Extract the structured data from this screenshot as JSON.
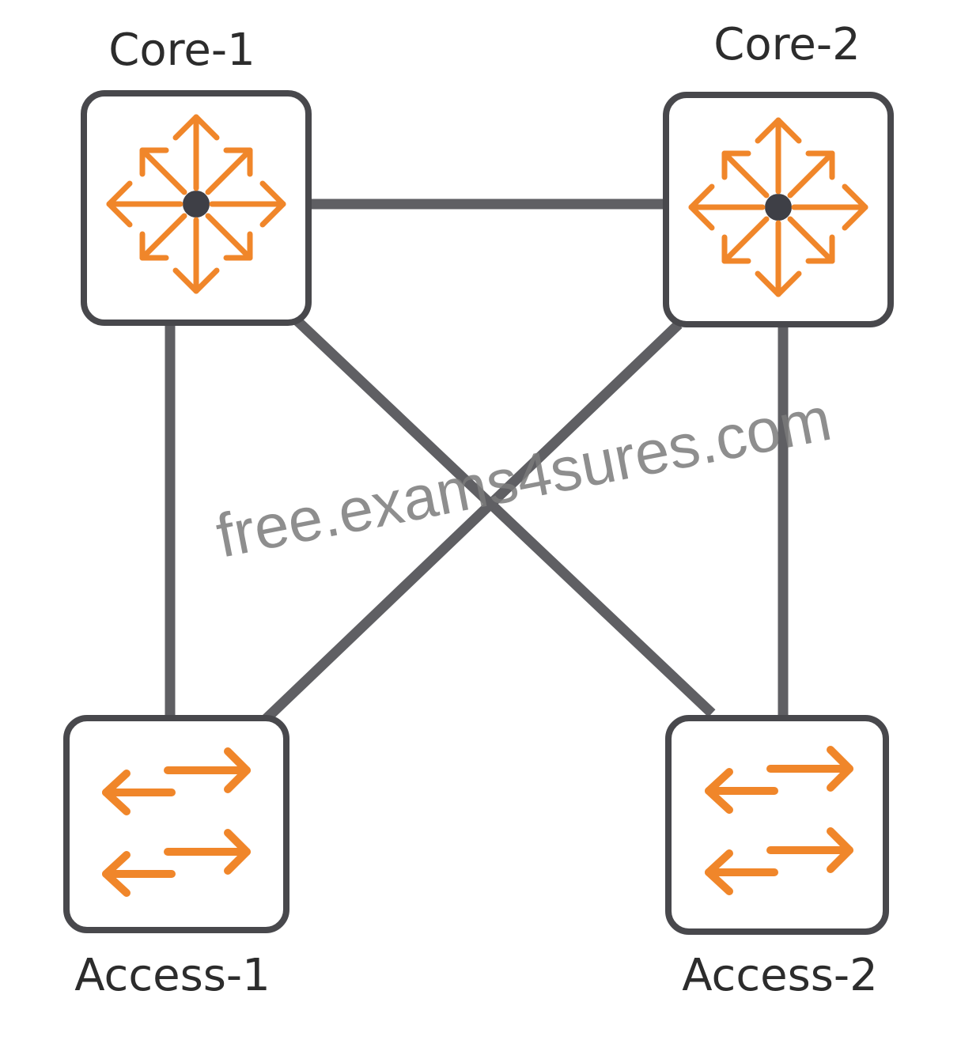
{
  "nodes": {
    "core1": {
      "label": "Core-1",
      "type": "router-icon"
    },
    "core2": {
      "label": "Core-2",
      "type": "router-icon"
    },
    "access1": {
      "label": "Access-1",
      "type": "switch-icon"
    },
    "access2": {
      "label": "Access-2",
      "type": "switch-icon"
    }
  },
  "links": [
    {
      "from": "Core-1",
      "to": "Core-2"
    },
    {
      "from": "Core-1",
      "to": "Access-1"
    },
    {
      "from": "Core-1",
      "to": "Access-2"
    },
    {
      "from": "Core-2",
      "to": "Access-1"
    },
    {
      "from": "Core-2",
      "to": "Access-2"
    }
  ],
  "watermark": "free.exams4sures.com",
  "colors": {
    "icon_accent": "#f0862a",
    "link": "#5f5f63",
    "box_border": "#48484c",
    "hub_dot": "#3e3f46"
  }
}
